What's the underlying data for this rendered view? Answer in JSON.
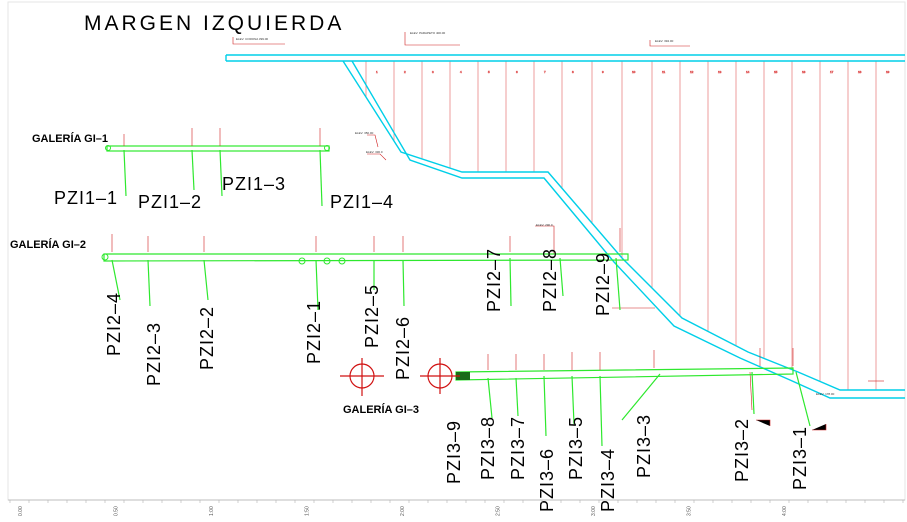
{
  "title": "MARGEN IZQUIERDA",
  "colors": {
    "dam_face": "#00cfe8",
    "gallery": "#2ee82e",
    "profile_lines": "#e03030",
    "section_marker": "#d01010",
    "labels": "#000000"
  },
  "galleries": {
    "gi1": "GALERÍA  GI–1",
    "gi2": "GALERÍA  GI–2",
    "gi3": "GALERÍA   GI–3"
  },
  "piezometers": {
    "pzi1_1": "PZI1–1",
    "pzi1_2": "PZI1–2",
    "pzi1_3": "PZI1–3",
    "pzi1_4": "PZI1–4",
    "pzi2_1": "PZI2–1",
    "pzi2_2": "PZI2–2",
    "pzi2_3": "PZI2–3",
    "pzi2_4": "PZI2–4",
    "pzi2_5": "PZI2–5",
    "pzi2_6": "PZI2–6",
    "pzi2_7": "PZI2–7",
    "pzi2_8": "PZI2–8",
    "pzi2_9": "PZI2–9",
    "pzi3_1": "PZI3–1",
    "pzi3_2": "PZI3–2",
    "pzi3_3": "PZI3–3",
    "pzi3_4": "PZI3–4",
    "pzi3_5": "PZI3–5",
    "pzi3_6": "PZI3–6",
    "pzi3_7": "PZI3–7",
    "pzi3_8": "PZI3–8",
    "pzi3_9": "PZI3–9"
  },
  "bottom_ruler_labels": [
    "0.00",
    "0.50",
    "1:00",
    "1:50",
    "2:00",
    "2:50",
    "3:00",
    "3:50",
    "4:00"
  ],
  "block_numbers": [
    "1",
    "2",
    "3",
    "4",
    "5",
    "6",
    "7",
    "8",
    "9",
    "10",
    "11",
    "12",
    "13",
    "14",
    "15",
    "16",
    "17",
    "18",
    "19"
  ]
}
